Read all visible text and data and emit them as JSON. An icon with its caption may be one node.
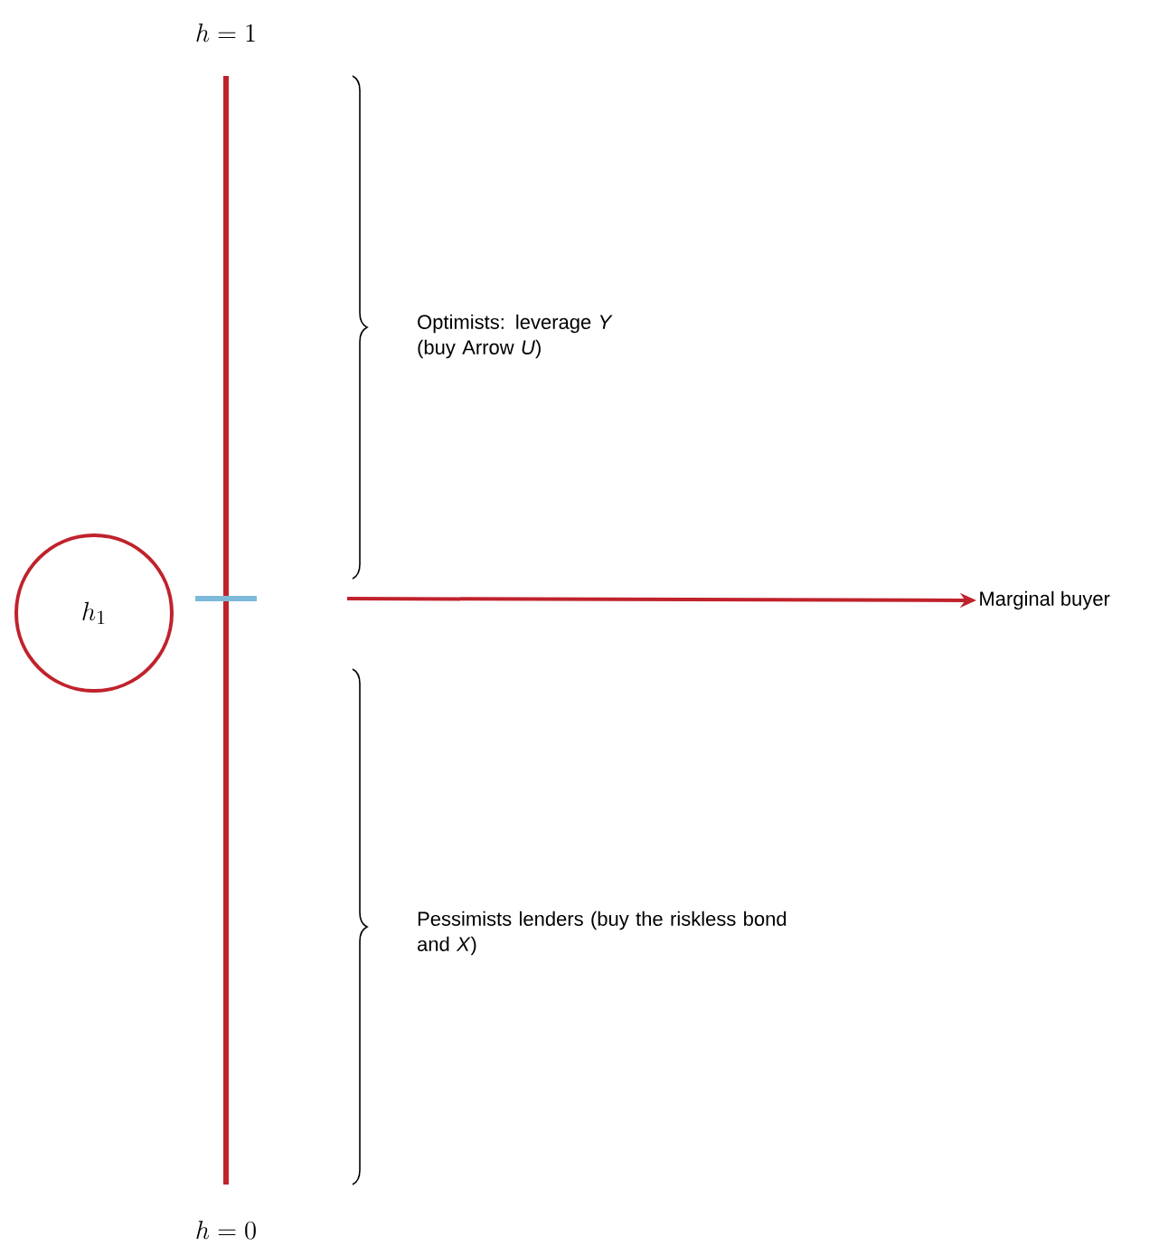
{
  "diagram": {
    "nodes": [
      {
        "text": [
          "h_1"
        ]
      },
      {
        "text": [
          "Marginal buyer"
        ]
      }
    ],
    "edges": [
      {
        "from": null,
        "to": 1,
        "arrow": "to"
      }
    ],
    "labels": [
      "h = 1",
      "Optimists: leverage *Y* (buy Arrow *U*)",
      "Pessimists lenders (buy the riskless bond and *X*)",
      "h = 0"
    ]
  }
}
